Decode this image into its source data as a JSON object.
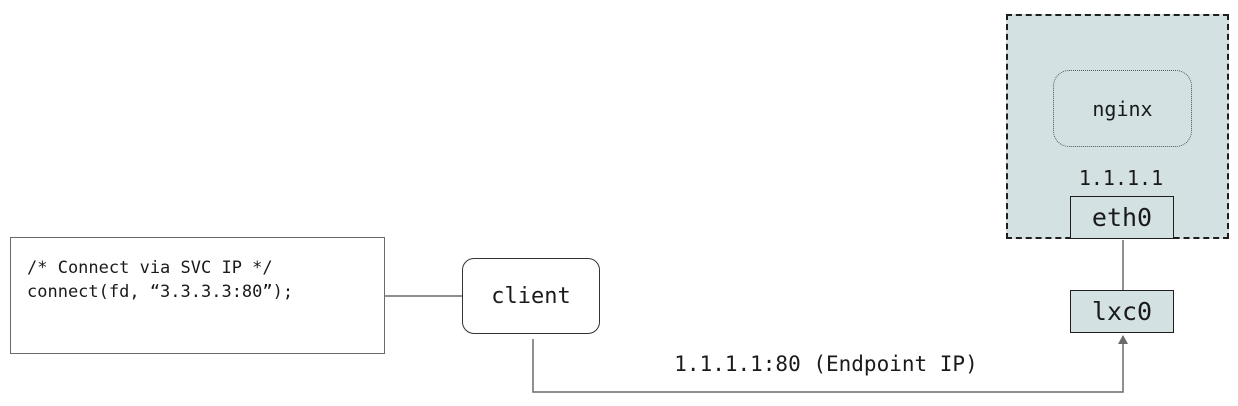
{
  "code": {
    "line1": "/* Connect via SVC IP */",
    "line2": "connect(fd, “3.3.3.3:80”);"
  },
  "client": {
    "label": "client"
  },
  "container": {
    "app_label": "nginx",
    "ip": "1.1.1.1",
    "interface": "eth0"
  },
  "host_interface": {
    "label": "lxc0"
  },
  "route": {
    "label": "1.1.1.1:80 (Endpoint IP)"
  },
  "colors": {
    "container_fill": "#d3e1e3",
    "line": "#6a6a6a"
  }
}
